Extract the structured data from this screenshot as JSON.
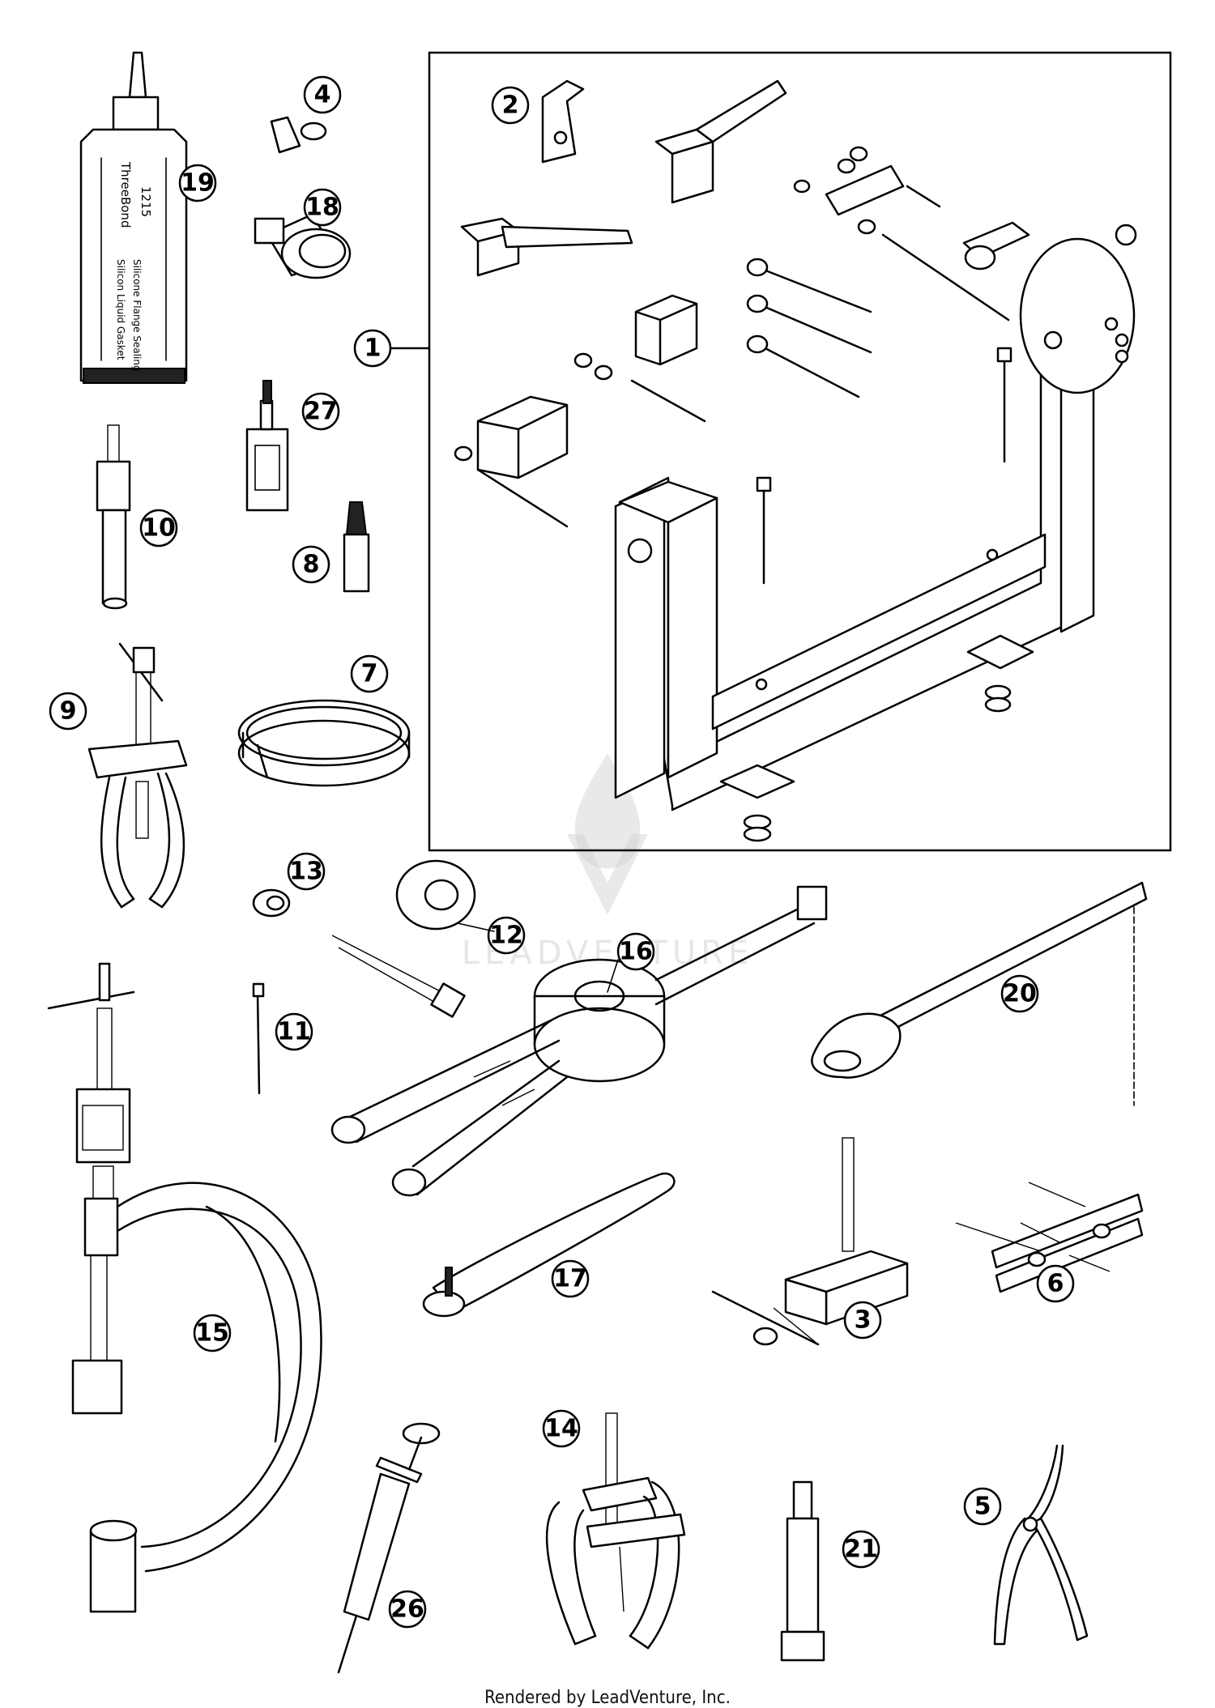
{
  "footer": {
    "credit": "Rendered by LeadVenture, Inc."
  },
  "watermark": {
    "text": "LEADVENTURE"
  },
  "tube_label": {
    "brand": "ThreeBond",
    "number": "1215",
    "line1": "Silicon Liquid Gasket",
    "line2": "Silicone Flange Sealing"
  },
  "callouts": [
    {
      "id": "c1",
      "label": "1"
    },
    {
      "id": "c2",
      "label": "2"
    },
    {
      "id": "c3",
      "label": "3"
    },
    {
      "id": "c4",
      "label": "4"
    },
    {
      "id": "c5",
      "label": "5"
    },
    {
      "id": "c6",
      "label": "6"
    },
    {
      "id": "c7",
      "label": "7"
    },
    {
      "id": "c8",
      "label": "8"
    },
    {
      "id": "c9",
      "label": "9"
    },
    {
      "id": "c10",
      "label": "10"
    },
    {
      "id": "c11",
      "label": "11"
    },
    {
      "id": "c12",
      "label": "12"
    },
    {
      "id": "c13",
      "label": "13"
    },
    {
      "id": "c14",
      "label": "14"
    },
    {
      "id": "c15",
      "label": "15"
    },
    {
      "id": "c16",
      "label": "16"
    },
    {
      "id": "c17",
      "label": "17"
    },
    {
      "id": "c18",
      "label": "18"
    },
    {
      "id": "c19",
      "label": "19"
    },
    {
      "id": "c20",
      "label": "20"
    },
    {
      "id": "c21",
      "label": "21"
    },
    {
      "id": "c26",
      "label": "26"
    },
    {
      "id": "c27",
      "label": "27"
    }
  ]
}
